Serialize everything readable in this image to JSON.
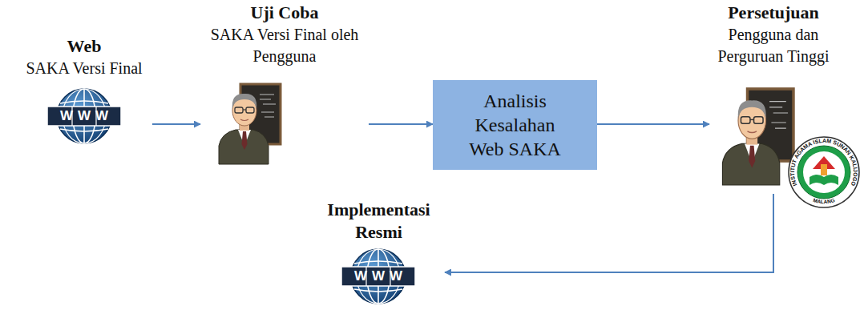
{
  "diagram": {
    "nodes": [
      {
        "text": [
          "Web",
          "SAKA Versi Final"
        ]
      },
      {
        "text": [
          "Uji Coba",
          "SAKA Versi Final oleh Pengguna"
        ]
      },
      {
        "text": [
          "Analisis Kesalahan Web SAKA"
        ]
      },
      {
        "text": [
          "Persetujuan",
          "Pengguna dan Perguruan Tinggi"
        ]
      },
      {
        "text": [
          "Implementasi Resmi"
        ]
      }
    ],
    "edges": [
      {
        "from": 0,
        "to": 1,
        "arrow": "to"
      },
      {
        "from": 1,
        "to": 2,
        "arrow": "to"
      },
      {
        "from": 2,
        "to": 3,
        "arrow": "to"
      },
      {
        "from": 3,
        "to": 4,
        "arrow": "to"
      }
    ],
    "labels": [
      "WWW",
      "WWW",
      "INSTITUT AGAMA ISLAM SUNAN KALIJOGO",
      "MALANG"
    ]
  }
}
